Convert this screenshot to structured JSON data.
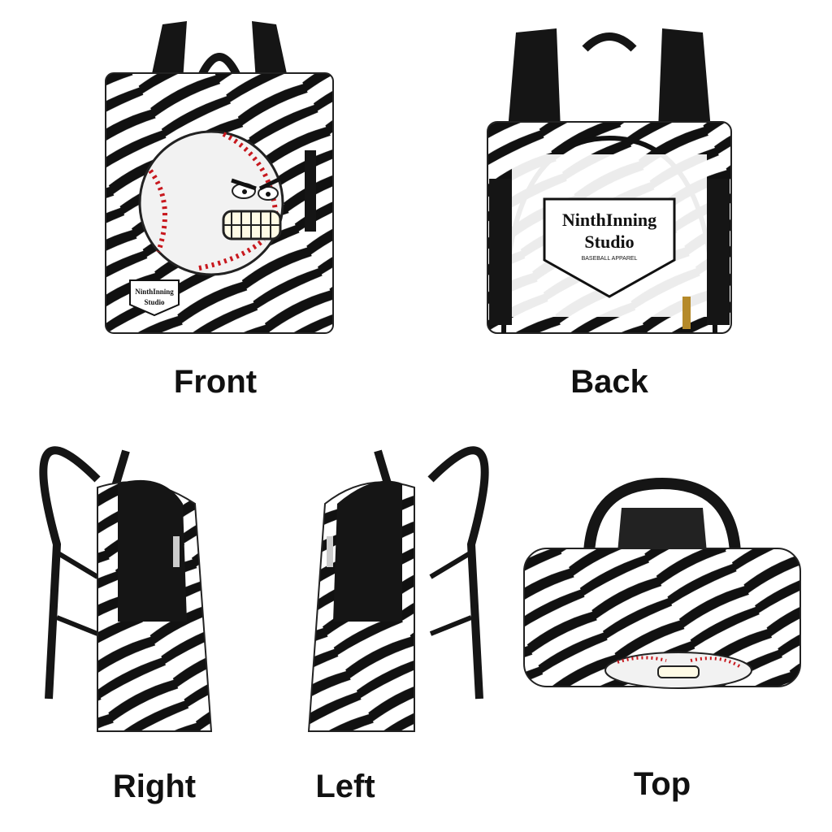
{
  "views": {
    "front": {
      "label": "Front"
    },
    "back": {
      "label": "Back"
    },
    "right": {
      "label": "Right"
    },
    "left": {
      "label": "Left"
    },
    "top": {
      "label": "Top"
    }
  },
  "brand": {
    "line1": "NinthInning",
    "line2": "Studio",
    "tagline": "BASEBALL APPAREL"
  },
  "colors": {
    "pattern_dark": "#111111",
    "pattern_light": "#ffffff",
    "stitch": "#c8181e",
    "strap": "#151515"
  },
  "icons": [
    "baseball-mascot-icon",
    "home-plate-logo-icon",
    "zipper-pull-icon"
  ]
}
